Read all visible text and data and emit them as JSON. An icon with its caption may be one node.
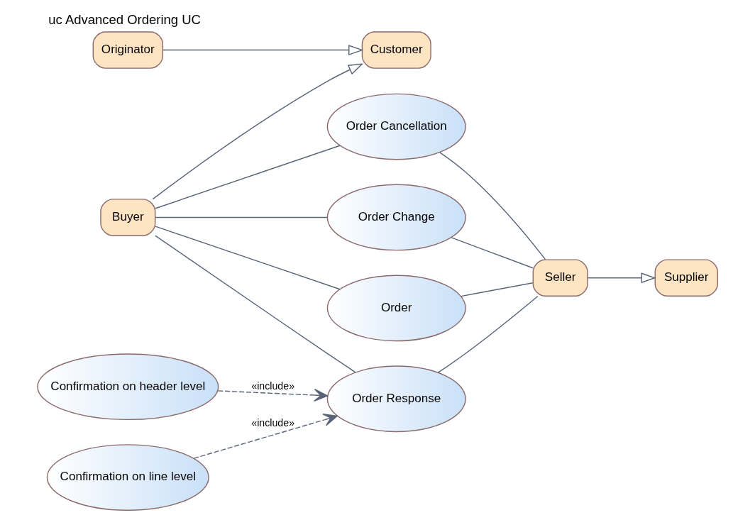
{
  "diagram": {
    "title": "uc Advanced Ordering UC",
    "nodes": [
      {
        "text": [
          "Originator"
        ]
      },
      {
        "text": [
          "Customer"
        ]
      },
      {
        "text": [
          "Buyer"
        ]
      },
      {
        "text": [
          "Order Cancellation"
        ]
      },
      {
        "text": [
          "Order Change"
        ]
      },
      {
        "text": [
          "Order"
        ]
      },
      {
        "text": [
          "Order Response"
        ]
      },
      {
        "text": [
          "Seller"
        ]
      },
      {
        "text": [
          "Supplier"
        ]
      },
      {
        "text": [
          "Confirmation on header level"
        ]
      },
      {
        "text": [
          "Confirmation on line level"
        ]
      }
    ],
    "edges": [
      {
        "from": 0,
        "to": 1,
        "arrow": "to"
      },
      {
        "from": 2,
        "to": 1,
        "arrow": "to"
      },
      {
        "from": 2,
        "to": 3,
        "arrow": "none"
      },
      {
        "from": 2,
        "to": 4,
        "arrow": "none"
      },
      {
        "from": 2,
        "to": 5,
        "arrow": "none"
      },
      {
        "from": 2,
        "to": 6,
        "arrow": "none"
      },
      {
        "from": 3,
        "to": 7,
        "arrow": "none"
      },
      {
        "from": 4,
        "to": 7,
        "arrow": "none"
      },
      {
        "from": 5,
        "to": 7,
        "arrow": "none"
      },
      {
        "from": 6,
        "to": 7,
        "arrow": "none"
      },
      {
        "from": 7,
        "to": 8,
        "arrow": "to"
      },
      {
        "from": 9,
        "to": 6,
        "arrow": "to",
        "label": "«include»",
        "style": "dashed"
      },
      {
        "from": 10,
        "to": 6,
        "arrow": "to",
        "label": "«include»",
        "style": "dashed"
      }
    ]
  }
}
